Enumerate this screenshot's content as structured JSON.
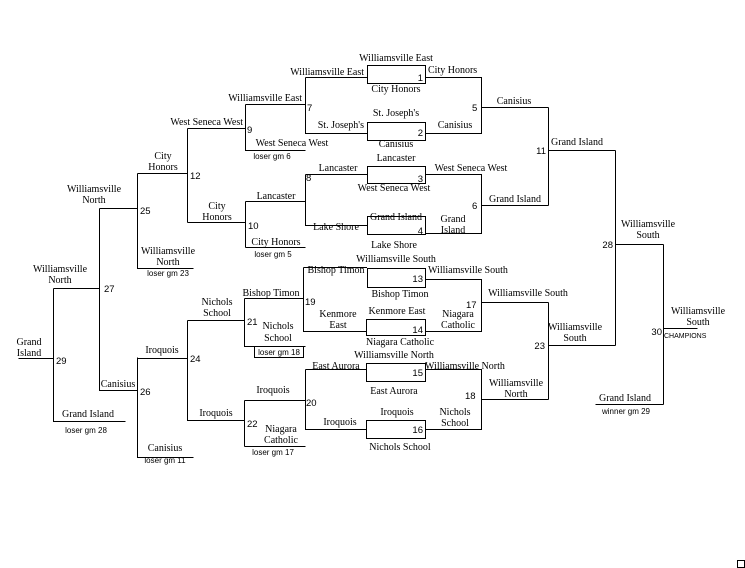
{
  "games": {
    "g1": "1",
    "g2": "2",
    "g3": "3",
    "g4": "4",
    "g5": "5",
    "g6": "6",
    "g7": "7",
    "g8": "8",
    "g9": "9",
    "g10": "10",
    "g11": "11",
    "g12": "12",
    "g13": "13",
    "g14": "14",
    "g15": "15",
    "g16": "16",
    "g17": "17",
    "g18": "18",
    "g19": "19",
    "g20": "20",
    "g21": "21",
    "g22": "22",
    "g23": "23",
    "g24": "24",
    "g25": "25",
    "g26": "26",
    "g27": "27",
    "g28": "28",
    "g29": "29",
    "g30": "30"
  },
  "labels": {
    "g1_top": "Williamsville East",
    "g1_left": "Williamsville East",
    "g1_right": "City Honors",
    "g1_bottom": "City Honors",
    "g2_top": "St. Joseph's",
    "g2_left": "St. Joseph's",
    "g2_right": "Canisius",
    "g2_bottom": "Canisius",
    "g3_top": "Lancaster",
    "g3_left": "Lancaster",
    "g3_right": "West Seneca West",
    "g3_bottom": "West Seneca West",
    "g4_top": "Grand Island",
    "g4_left": "Lake Shore",
    "g4_right_1": "Grand",
    "g4_right_2": "Island",
    "g4_bottom": "Lake Shore",
    "g5_winner": "Canisius",
    "g6_winner": "Grand Island",
    "g7_winner": "Williamsville East",
    "g9_winner": "West Seneca West",
    "g9_bottom": "West Seneca West",
    "g9_loser_note": "loser gm  6",
    "g10_top": "Lancaster",
    "g10_bottom": "City Honors",
    "g10_loser_note": "loser gm  5",
    "g10_winner_1": "City",
    "g10_winner_2": "Honors",
    "g12_winner_1": "City",
    "g12_winner_2": "Honors",
    "g11_winner": "Grand Island",
    "g25_winner_1": "Williamsville",
    "g25_winner_2": "North",
    "g25_bottom_1": "Williamsville",
    "g25_bottom_2": "North",
    "g25_loser_note": "loser gm  23",
    "g13_top": "Williamsville South",
    "g13_left": "Bishop Timon",
    "g13_right": "Williamsville South",
    "g13_bottom": "Bishop Timon",
    "g14_top": "Kenmore East",
    "g14_left_1": "Kenmore",
    "g14_left_2": "East",
    "g14_right_1": "Niagara",
    "g14_right_2": "Catholic",
    "g14_bottom": "Niagara Catholic",
    "g15_top": "Williamsville North",
    "g15_left": "East Aurora",
    "g15_right": "Williamsville North",
    "g15_bottom": "East Aurora",
    "g16_top": "Iroquois",
    "g16_left": "Iroquois",
    "g16_right_1": "Nichols",
    "g16_right_2": "School",
    "g16_bottom": "Nichols School",
    "g17_winner": "Williamsville South",
    "g18_winner_1": "Williamsville",
    "g18_winner_2": "North",
    "g21_top": "Bishop Timon",
    "g21_bottom_1": "Nichols",
    "g21_bottom_2": "School",
    "g21_loser_note": "loser gm  18",
    "g21_winner_1": "Nichols",
    "g21_winner_2": "School",
    "g22_top": "Iroquois",
    "g22_bottom_1": "Niagara",
    "g22_bottom_2": "Catholic",
    "g22_loser_note": "loser gm  17",
    "g22_winner": "Iroquois",
    "g24_winner": "Iroquois",
    "g23_winner_1": "Williamsville",
    "g23_winner_2": "South",
    "g26_winner": "Canisius",
    "g26_bottom": "Canisius",
    "g26_loser_note": "loser gm  11",
    "g27_winner_1": "Williamsville",
    "g27_winner_2": "North",
    "g28_winner_1": "Williamsville",
    "g28_winner_2": "South",
    "g29_winner_1": "Grand",
    "g29_winner_2": "Island",
    "g29_bottom": "Grand Island",
    "g29_loser_note": "loser gm  28",
    "g30_winner_1": "Williamsville",
    "g30_winner_2": "South",
    "champions": "CHAMPIONS",
    "g30_bottom": "Grand Island",
    "g30_winner_note": "winner gm  29"
  }
}
